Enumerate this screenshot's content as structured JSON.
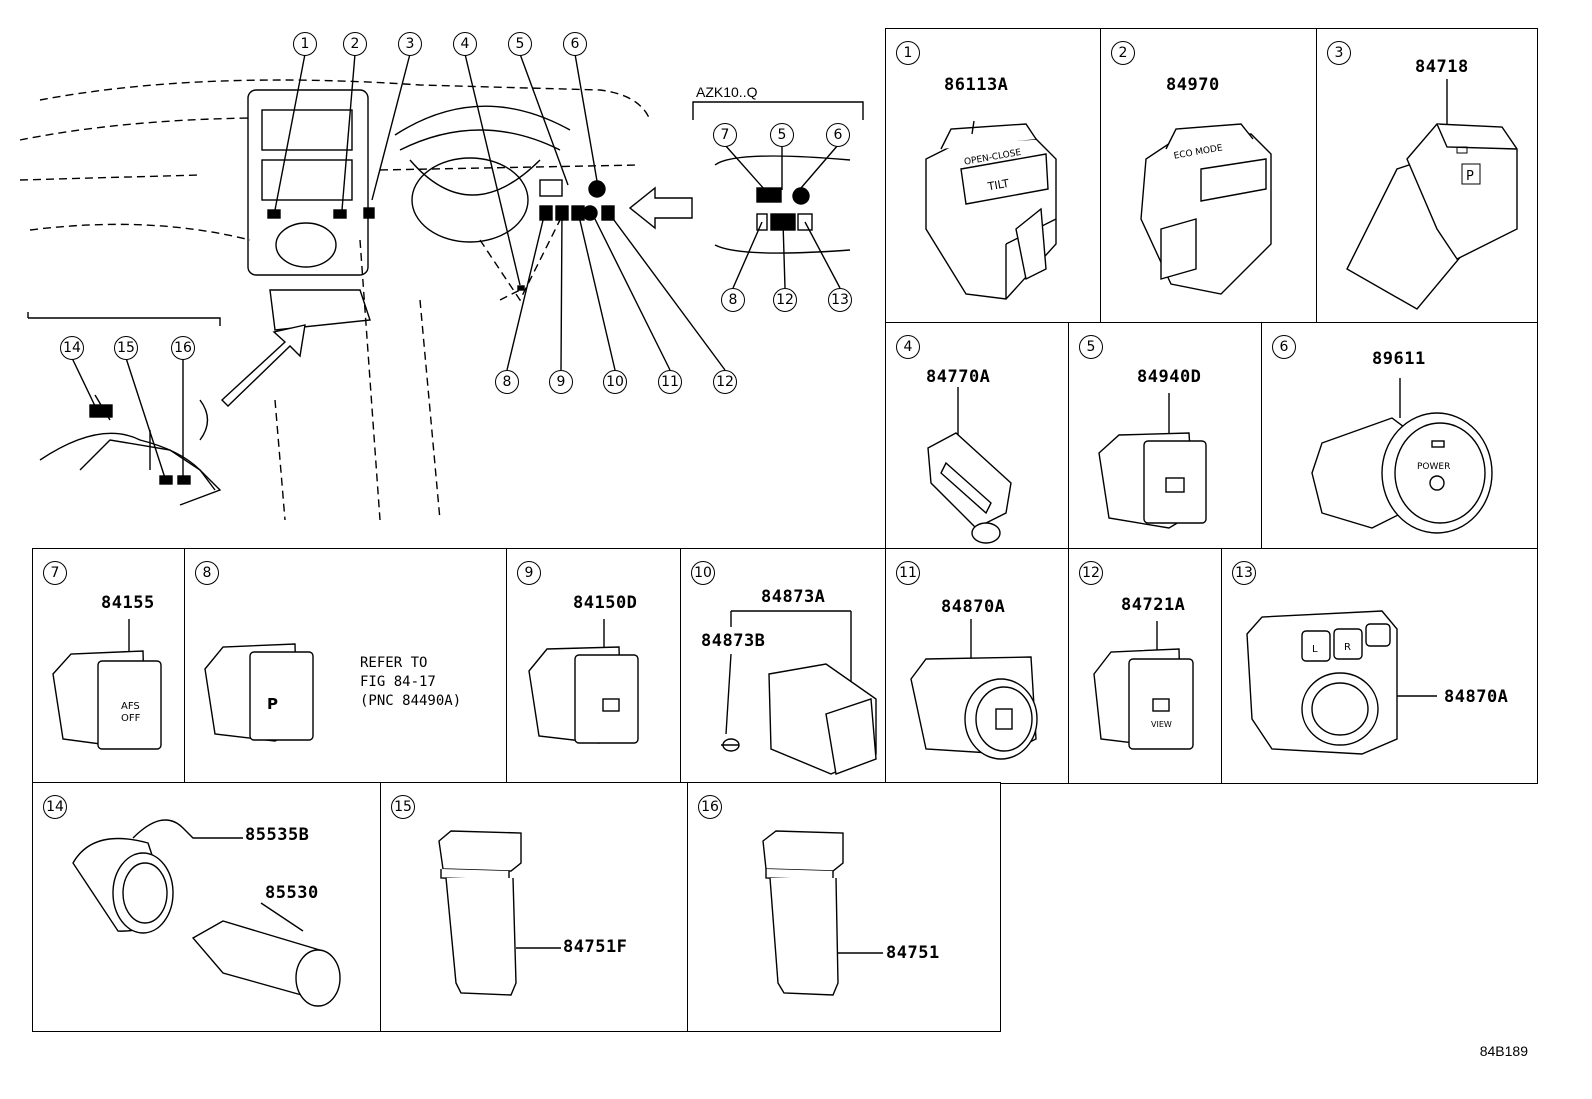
{
  "figure_id": "84B189",
  "overview": {
    "variant_label": "AZK10..Q",
    "top_callouts": [
      "1",
      "2",
      "3",
      "4",
      "5",
      "6"
    ],
    "bottom_callouts": [
      "8",
      "9",
      "10",
      "11",
      "12"
    ],
    "variant_callouts_top": [
      "7",
      "5",
      "6"
    ],
    "variant_callouts_bottom": [
      "8",
      "12",
      "13"
    ],
    "console_callouts": [
      "14",
      "15",
      "16"
    ]
  },
  "cells": [
    {
      "num": "1",
      "parts": [
        "86113A"
      ],
      "desc_text": [
        "OPEN-CLOSE",
        "TILT"
      ]
    },
    {
      "num": "2",
      "parts": [
        "84970"
      ],
      "desc_text": [
        "ECO MODE"
      ]
    },
    {
      "num": "3",
      "parts": [
        "84718"
      ],
      "desc_text": [
        "P"
      ]
    },
    {
      "num": "4",
      "parts": [
        "84770A"
      ]
    },
    {
      "num": "5",
      "parts": [
        "84940D"
      ]
    },
    {
      "num": "6",
      "parts": [
        "89611"
      ],
      "desc_text": [
        "POWER"
      ]
    },
    {
      "num": "7",
      "parts": [
        "84155"
      ],
      "desc_text": [
        "AFS",
        "OFF"
      ]
    },
    {
      "num": "8",
      "parts": [],
      "note": "REFER TO\nFIG 84-17\n(PNC 84490A)"
    },
    {
      "num": "9",
      "parts": [
        "84150D"
      ]
    },
    {
      "num": "10",
      "parts": [
        "84873A",
        "84873B"
      ]
    },
    {
      "num": "11",
      "parts": [
        "84870A"
      ]
    },
    {
      "num": "12",
      "parts": [
        "84721A"
      ],
      "desc_text": [
        "VIEW"
      ]
    },
    {
      "num": "13",
      "parts": [
        "84870A"
      ],
      "desc_text": [
        "L",
        "R"
      ]
    },
    {
      "num": "14",
      "parts": [
        "85535B",
        "85530"
      ]
    },
    {
      "num": "15",
      "parts": [
        "84751F"
      ]
    },
    {
      "num": "16",
      "parts": [
        "84751"
      ]
    }
  ]
}
